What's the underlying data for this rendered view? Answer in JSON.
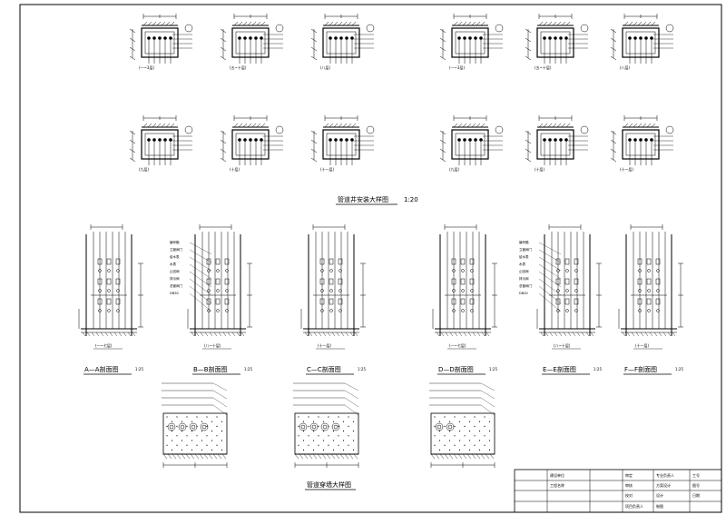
{
  "drawing": {
    "shaft_plan_title": "管道井安装大样图",
    "shaft_plan_scale": "1:20",
    "pipe_sleeve_title": "管道穿墙大样图"
  },
  "plans_left": [
    "(一~3层)",
    "(五~十层)",
    "(八层)",
    "(九层)",
    "(十层)",
    "(十一层)"
  ],
  "plans_right": [
    "(一~3层)",
    "(五~十层)",
    "(八层)",
    "(九层)",
    "(十层)",
    "(十一层)"
  ],
  "sections": [
    {
      "caption": "A—A剖面图",
      "scale": "1:25",
      "floors": "(一~七层)"
    },
    {
      "caption": "B—B剖面图",
      "scale": "1:25",
      "floors": "(八~十层)"
    },
    {
      "caption": "C—C剖面图",
      "scale": "1:25",
      "floors": "(十一层)"
    },
    {
      "caption": "D—D剖面图",
      "scale": "1:25",
      "floors": "(一~七层)"
    },
    {
      "caption": "E—E剖面图",
      "scale": "1:25",
      "floors": "(八~十层)"
    },
    {
      "caption": "F—F剖面图",
      "scale": "1:25",
      "floors": "(十一层)"
    }
  ],
  "section_notes": [
    "编号箱",
    "立管阀门",
    "给水表",
    "水表",
    "止回阀",
    "排污阀",
    "总管阀门",
    "DN50"
  ],
  "title_block": {
    "row1": [
      "建设单位",
      "审定",
      "专业负责人",
      "工号"
    ],
    "row2": [
      "工程名称",
      "审核",
      "方案设计",
      "图号"
    ],
    "row3": [
      "",
      "校对",
      "设计",
      "日期"
    ],
    "row4": [
      "",
      "项目负责人",
      "制图",
      ""
    ]
  }
}
